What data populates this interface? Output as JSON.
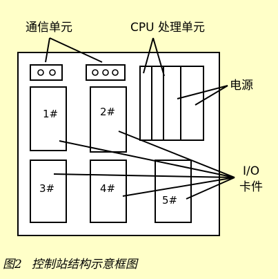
{
  "labels": {
    "comm_unit": "通信单元",
    "cpu_unit": "CPU 处理单元",
    "power": "电源",
    "io_line1": "I/O",
    "io_line2": "卡件"
  },
  "slots": [
    "1#",
    "2#",
    "3#",
    "4#",
    "5#"
  ],
  "caption": {
    "figure": "图2",
    "title": "控制站结构示意框图"
  },
  "colors": {
    "background": "#ffffc8",
    "panel": "#ffffff",
    "line": "#000000"
  }
}
